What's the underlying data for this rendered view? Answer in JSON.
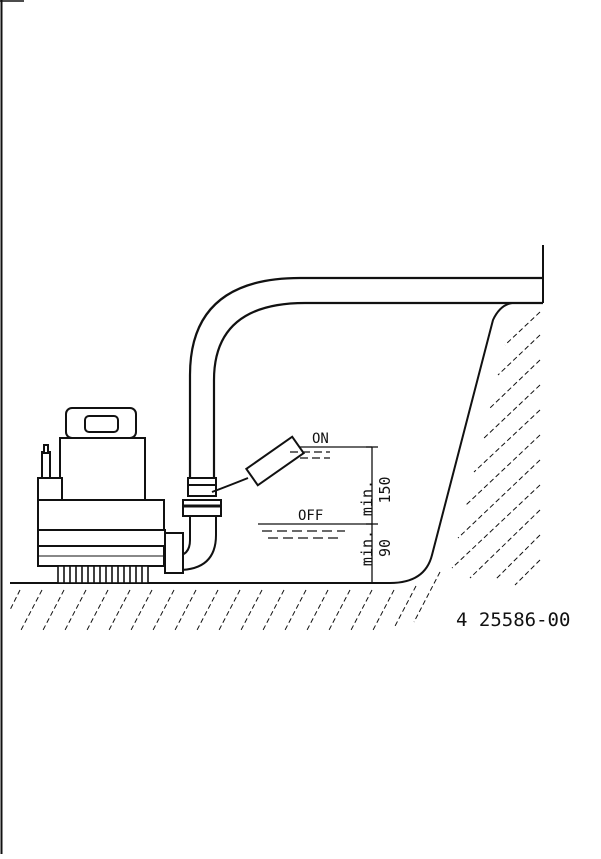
{
  "labels": {
    "on": "ON",
    "off": "OFF",
    "min_upper": "min.",
    "dim_upper": "150",
    "min_lower": "min.",
    "dim_lower": "90",
    "figure_code": "4 25586-00"
  },
  "colors": {
    "ink": "#111111",
    "paper": "#ffffff"
  }
}
